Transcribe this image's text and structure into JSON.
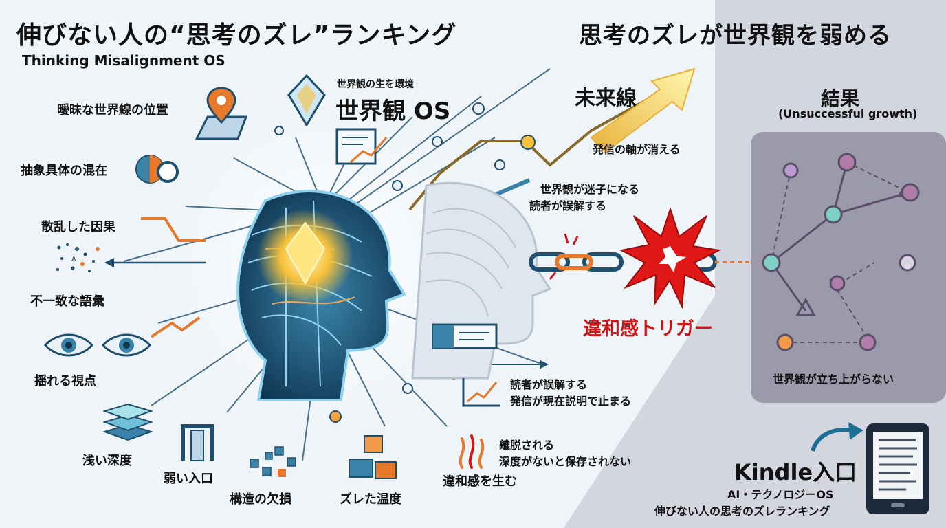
{
  "header": {
    "title_left": "伸びない人の“思考のズレ”ランキング",
    "subtitle_left": "Thinking Misalignment OS",
    "title_right": "思考のズレが世界観を弱める"
  },
  "center": {
    "os_caption": "世界観の生を環境",
    "os_title": "世界観 OS",
    "future_line": "未来線"
  },
  "left_items": [
    "曖昧な世界線の位置",
    "抽象具体の混在",
    "散乱した因果",
    "不一致な語彙",
    "揺れる視点",
    "浅い深度"
  ],
  "bottom_items": [
    "弱い入口",
    "構造の欠損",
    "ズレた温度",
    "違和感を生む"
  ],
  "right_notes": {
    "axis_vanish": "発信の軸が消える",
    "lost_1": "世界観が迷子になる",
    "lost_2": "読者が誤解する",
    "trigger": "違和感トリガー",
    "mis_1": "読者が誤解する",
    "mis_2": "発信が現在説明で止まる",
    "leave_1": "離脱される",
    "leave_2": "深度がないと保存されない"
  },
  "result_panel": {
    "title": "結果",
    "subtitle": "(Unsuccessful growth)",
    "caption": "世界観が立ち上がらない"
  },
  "kindle": {
    "title": "Kindle入口",
    "line1": "AI・テクノロジーOS",
    "line2": "伸びない人の思考のズレランキング"
  },
  "icons": [
    "map-pin-icon",
    "crystal-icon",
    "brain-head-icon",
    "chain-icon",
    "burst-icon",
    "eye-icon",
    "layers-icon",
    "gate-icon",
    "blocks-icon",
    "flame-icon",
    "tablet-icon"
  ],
  "colors": {
    "accent_blue": "#1f6f95",
    "accent_orange": "#e8782a",
    "alert_red": "#d21414",
    "panel_gray": "#c9cbd6",
    "gold": "#f7c23a"
  }
}
